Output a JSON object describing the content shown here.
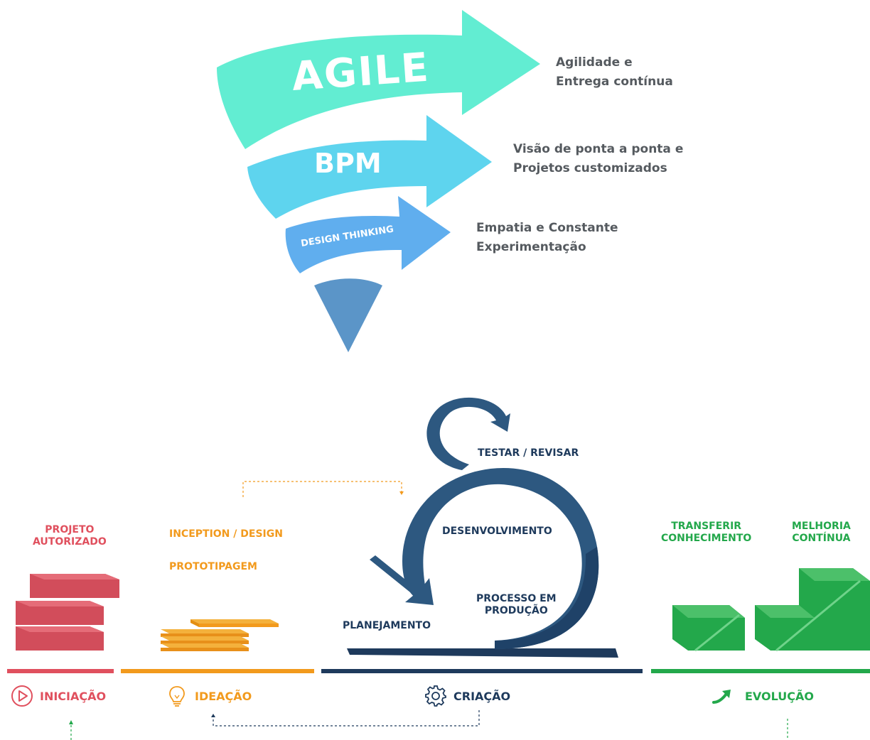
{
  "funnel": {
    "layers": [
      {
        "title": "AGILE",
        "description_lines": [
          "Agilidade e",
          "Entrega contínua"
        ]
      },
      {
        "title": "BPM",
        "description_lines": [
          "Visão de ponta a ponta e",
          "Projetos customizados"
        ]
      },
      {
        "title": "DESIGN THINKING",
        "description_lines": [
          "Empatia e Constante",
          "Experimentação"
        ]
      }
    ],
    "colors": {
      "agile": "#62edd2",
      "bpm": "#5ed4ee",
      "design": "#60aeee",
      "tip": "#5b95c8"
    }
  },
  "cycle": {
    "labels": {
      "testar": "TESTAR / REVISAR",
      "desenvolvimento": "DESENVOLVIMENTO",
      "processo": [
        "PROCESSO EM",
        "PRODUÇÃO"
      ],
      "planejamento": "PLANEJAMENTO"
    },
    "color": "#2d5880"
  },
  "labels": {
    "projeto": [
      "PROJETO",
      "AUTORIZADO"
    ],
    "inception": "INCEPTION / DESIGN",
    "prototipagem": "PROTOTIPAGEM",
    "transferir": [
      "TRANSFERIR",
      "CONHECIMENTO"
    ],
    "melhoria": [
      "MELHORIA",
      "CONTÍNUA"
    ]
  },
  "phases": [
    {
      "label": "INICIAÇÃO",
      "icon": "play-circle-icon",
      "color": "#e0505e"
    },
    {
      "label": "IDEAÇÃO",
      "icon": "lightbulb-icon",
      "color": "#f29a1d"
    },
    {
      "label": "CRIAÇÃO",
      "icon": "gear-icon",
      "color": "#1e3a5c"
    },
    {
      "label": "EVOLUÇÃO",
      "icon": "arrow-up-right-icon",
      "color": "#23a84b"
    }
  ]
}
